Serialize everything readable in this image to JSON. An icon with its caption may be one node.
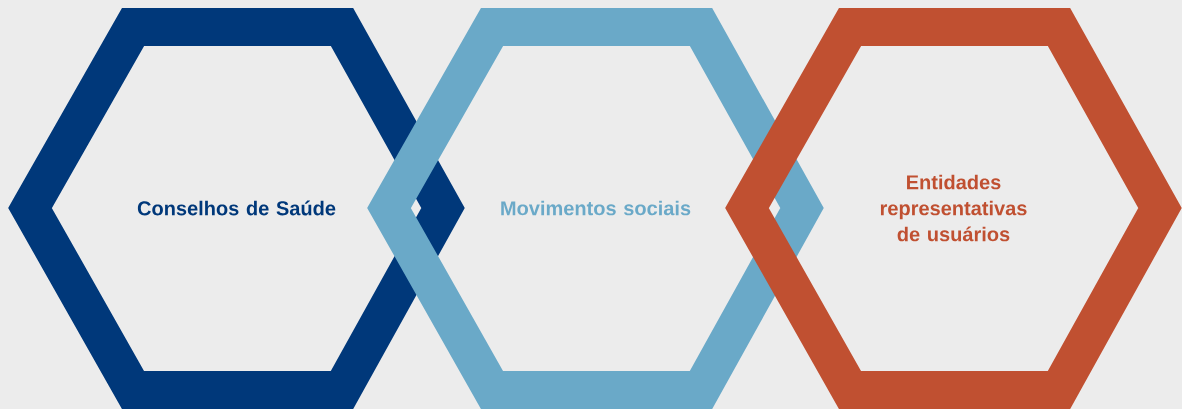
{
  "diagram": {
    "nodes": [
      {
        "text": [
          "Conselhos de Saúde"
        ]
      },
      {
        "text": [
          "Movimentos sociais"
        ]
      },
      {
        "text": [
          "Entidades representativas de usuários"
        ]
      }
    ],
    "edges": []
  }
}
